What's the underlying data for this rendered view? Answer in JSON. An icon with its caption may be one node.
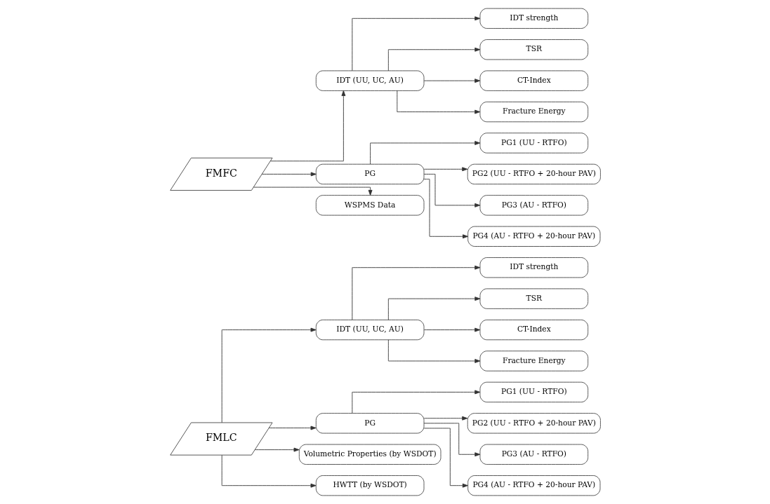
{
  "diagram": {
    "nodes": [
      {
        "text": [
          "FMLC"
        ]
      },
      {
        "text": [
          "IDT (UU, UC, AU)"
        ]
      },
      {
        "text": [
          "IDT strength"
        ]
      },
      {
        "text": [
          "TSR"
        ]
      },
      {
        "text": [
          "CT-Index"
        ]
      },
      {
        "text": [
          "Fracture Energy"
        ]
      },
      {
        "text": [
          "PG"
        ]
      },
      {
        "text": [
          "PG1 (UU - RTFO)"
        ]
      },
      {
        "text": [
          "PG2 (UU - RTFO + 20-hour PAV)"
        ]
      },
      {
        "text": [
          "PG3 (AU - RTFO)"
        ]
      },
      {
        "text": [
          "PG4 (AU - RTFO + 20-hour PAV)"
        ]
      },
      {
        "text": [
          "Volumetric Properties (by WSDOT)"
        ]
      },
      {
        "text": [
          "HWTT (by WSDOT)"
        ]
      },
      {
        "text": [
          "FMFC"
        ]
      },
      {
        "text": [
          "IDT (UU, UC, AU)"
        ]
      },
      {
        "text": [
          "IDT strength"
        ]
      },
      {
        "text": [
          "TSR"
        ]
      },
      {
        "text": [
          "CT-Index"
        ]
      },
      {
        "text": [
          "Fracture Energy"
        ]
      },
      {
        "text": [
          "PG"
        ]
      },
      {
        "text": [
          "PG1 (UU - RTFO)"
        ]
      },
      {
        "text": [
          "PG2 (UU - RTFO + 20-hour PAV)"
        ]
      },
      {
        "text": [
          "PG3 (AU - RTFO)"
        ]
      },
      {
        "text": [
          "PG4 (AU - RTFO + 20-hour PAV)"
        ]
      },
      {
        "text": [
          "WSPMS Data"
        ]
      }
    ],
    "edges": [
      {
        "from": 0,
        "to": 1,
        "arrow": "to"
      },
      {
        "from": 0,
        "to": 6,
        "arrow": "to"
      },
      {
        "from": 0,
        "to": 11,
        "arrow": "to"
      },
      {
        "from": 0,
        "to": 12,
        "arrow": "to"
      },
      {
        "from": 1,
        "to": 2,
        "arrow": "to"
      },
      {
        "from": 1,
        "to": 3,
        "arrow": "to"
      },
      {
        "from": 1,
        "to": 4,
        "arrow": "to"
      },
      {
        "from": 1,
        "to": 5,
        "arrow": "to"
      },
      {
        "from": 6,
        "to": 7,
        "arrow": "to"
      },
      {
        "from": 6,
        "to": 8,
        "arrow": "to"
      },
      {
        "from": 6,
        "to": 9,
        "arrow": "to"
      },
      {
        "from": 6,
        "to": 10,
        "arrow": "to"
      },
      {
        "from": 13,
        "to": 14,
        "arrow": "to"
      },
      {
        "from": 13,
        "to": 19,
        "arrow": "to"
      },
      {
        "from": 13,
        "to": 24,
        "arrow": "to"
      },
      {
        "from": 14,
        "to": 15,
        "arrow": "to"
      },
      {
        "from": 14,
        "to": 16,
        "arrow": "to"
      },
      {
        "from": 14,
        "to": 17,
        "arrow": "to"
      },
      {
        "from": 14,
        "to": 18,
        "arrow": "to"
      },
      {
        "from": 19,
        "to": 20,
        "arrow": "to"
      },
      {
        "from": 19,
        "to": 21,
        "arrow": "to"
      },
      {
        "from": 19,
        "to": 22,
        "arrow": "to"
      },
      {
        "from": 19,
        "to": 23,
        "arrow": "to"
      }
    ]
  }
}
